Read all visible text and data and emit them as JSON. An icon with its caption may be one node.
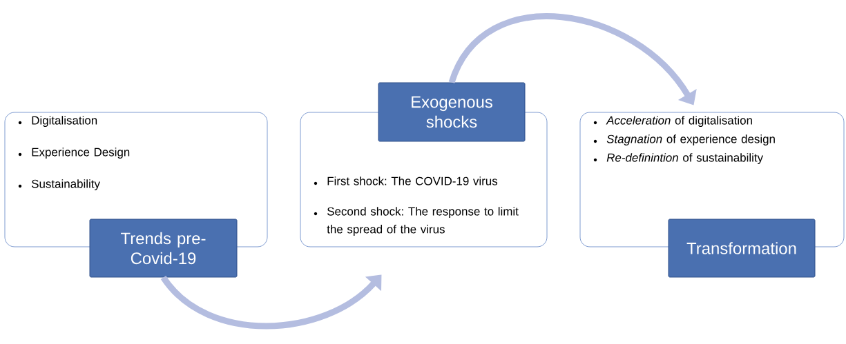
{
  "diagram": {
    "nodes": [
      {
        "text": [
          "Digitalisation",
          "Experience Design",
          "Sustainability"
        ]
      },
      {
        "text": [
          "Trends pre-Covid-19"
        ]
      },
      {
        "text": [
          "First shock: The COVID-19 virus",
          "Second shock: The response to limit the spread of the virus"
        ]
      },
      {
        "text": [
          "Exogenous shocks"
        ]
      },
      {
        "text": [
          "*Acceleration* of digitalisation",
          "*Stagnation* of experience design",
          "*Re-definintion* of sustainability"
        ]
      },
      {
        "text": [
          "Transformation"
        ]
      }
    ],
    "edges": [
      {
        "from": 1,
        "to": 2,
        "arrow": "to"
      },
      {
        "from": 3,
        "to": 4,
        "arrow": "to"
      }
    ]
  }
}
